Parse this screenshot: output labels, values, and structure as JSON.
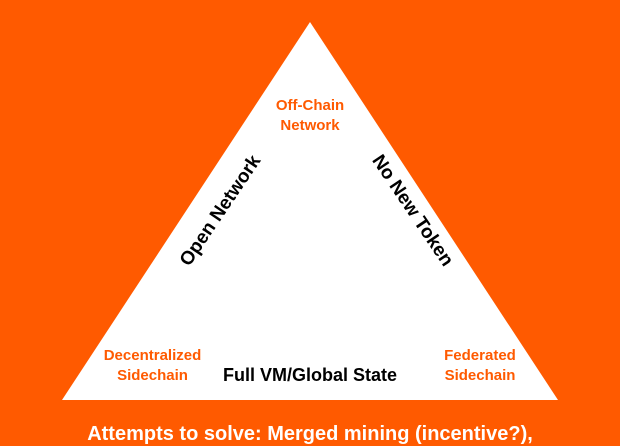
{
  "colors": {
    "background": "#ff5a00",
    "triangle": "#ffffff",
    "corner_text": "#ff5a00",
    "edge_text": "#000000",
    "footer_text": "#ffffff"
  },
  "diagram": {
    "top_corner": {
      "line1": "Off-Chain",
      "line2": "Network"
    },
    "left_corner": {
      "line1": "Decentralized",
      "line2": "Sidechain"
    },
    "right_corner": {
      "line1": "Federated",
      "line2": "Sidechain"
    },
    "left_edge": "Open Network",
    "right_edge": "No New Token",
    "bottom_edge": "Full VM/Global State"
  },
  "footer": {
    "text": "Attempts to solve: Merged mining (incentive?),"
  }
}
